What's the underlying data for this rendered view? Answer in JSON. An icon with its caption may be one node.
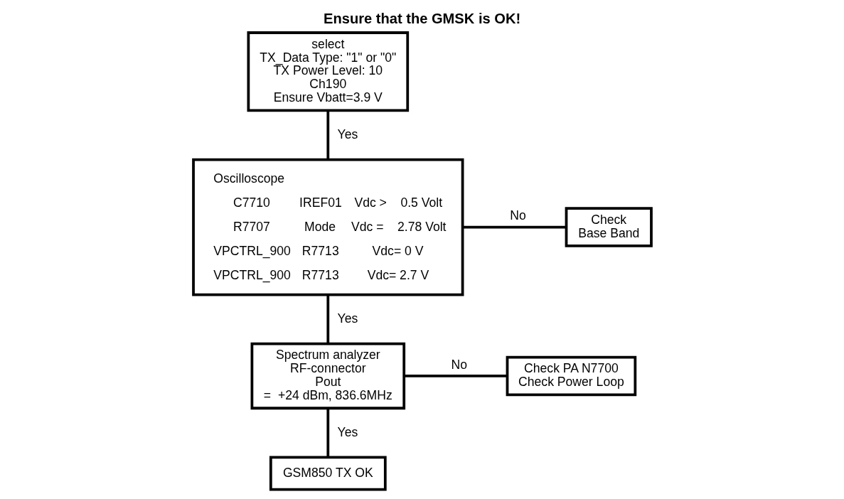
{
  "diagram": {
    "title": "Ensure that the GMSK is OK!",
    "nodes": [
      {
        "text": [
          "select",
          "TX_Data Type: \"1\" or \"0\"",
          "TX Power Level: 10",
          "Ch190",
          "Ensure Vbatt=3.9 V"
        ]
      },
      {
        "text": [
          "Oscilloscope",
          "C7710",
          "IREF01",
          "Vdc >    0.5 Volt",
          "R7707",
          "Mode",
          "Vdc =    2.78 Volt",
          "VPCTRL_900",
          "R7713",
          "Vdc= 0 V",
          "VPCTRL_900",
          "R7713",
          "Vdc= 2.7 V"
        ]
      },
      {
        "text": [
          "Check",
          "Base Band"
        ]
      },
      {
        "text": [
          "Spectrum analyzer",
          "RF-connector",
          "Pout",
          "=  +24 dBm, 836.6MHz"
        ]
      },
      {
        "text": [
          "Check PA N7700",
          "Check Power Loop"
        ]
      },
      {
        "text": [
          "GSM850 TX OK"
        ]
      }
    ],
    "edges": [
      {
        "from": 0,
        "to": 1,
        "arrow": "none",
        "label": "Yes"
      },
      {
        "from": 1,
        "to": 2,
        "arrow": "none",
        "label": "No"
      },
      {
        "from": 1,
        "to": 3,
        "arrow": "none",
        "label": "Yes"
      },
      {
        "from": 3,
        "to": 4,
        "arrow": "none",
        "label": "No"
      },
      {
        "from": 3,
        "to": 5,
        "arrow": "none",
        "label": "Yes"
      }
    ]
  }
}
